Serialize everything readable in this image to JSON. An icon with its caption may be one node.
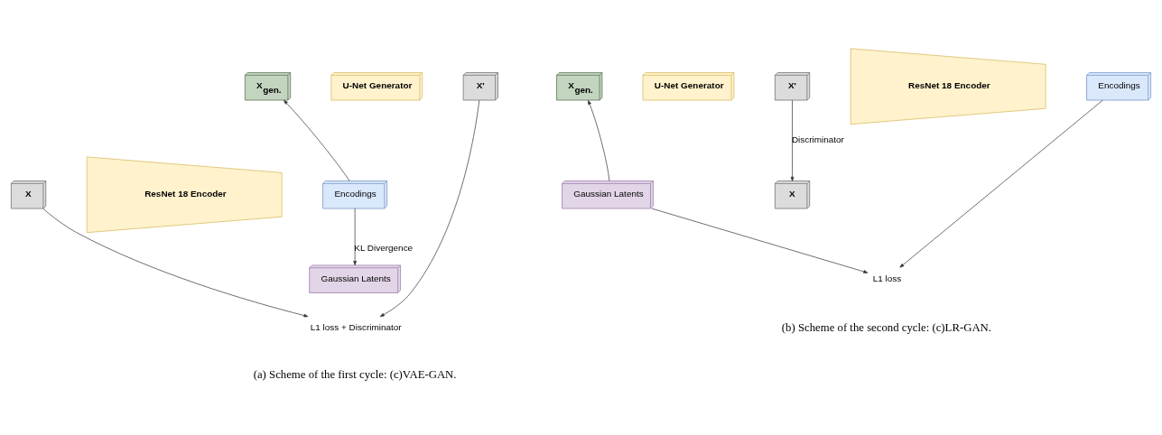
{
  "diagram": {
    "nodes": [
      {
        "text": [
          "X"
        ]
      },
      {
        "text": [
          "ResNet 18 Encoder"
        ]
      },
      {
        "text": [
          "Encodings"
        ]
      },
      {
        "text": [
          "Gaussian Latents"
        ]
      },
      {
        "text": [
          "X$_{gen.}$"
        ]
      },
      {
        "text": [
          "U-Net Generator"
        ]
      },
      {
        "text": [
          "X'"
        ]
      },
      {
        "text": [
          "L1 loss + Discriminator"
        ]
      },
      {
        "text": [
          "X$_{gen.}$"
        ]
      },
      {
        "text": [
          "U-Net Generator"
        ]
      },
      {
        "text": [
          "X'"
        ]
      },
      {
        "text": [
          "ResNet 18 Encoder"
        ]
      },
      {
        "text": [
          "Encodings"
        ]
      },
      {
        "text": [
          "Gaussian Latents"
        ]
      },
      {
        "text": [
          "X"
        ]
      },
      {
        "text": [
          "L1 loss"
        ]
      }
    ],
    "edges": [
      {
        "from": 2,
        "to": 4,
        "arrow": "to"
      },
      {
        "from": 2,
        "to": 3,
        "arrow": "to",
        "label": "KL Divergence"
      },
      {
        "from": 0,
        "to": 7,
        "arrow": "to"
      },
      {
        "from": 6,
        "to": 7,
        "arrow": "to"
      },
      {
        "from": 13,
        "to": 8,
        "arrow": "to"
      },
      {
        "from": 10,
        "to": 14,
        "arrow": "to",
        "label": "Discriminator"
      },
      {
        "from": 13,
        "to": 15,
        "arrow": "to"
      },
      {
        "from": 12,
        "to": 15,
        "arrow": "to"
      }
    ],
    "labels": [
      "(a) Scheme of the first cycle: (c)VAE-GAN.",
      "(b) Scheme of the second cycle: (c)LR-GAN."
    ]
  }
}
